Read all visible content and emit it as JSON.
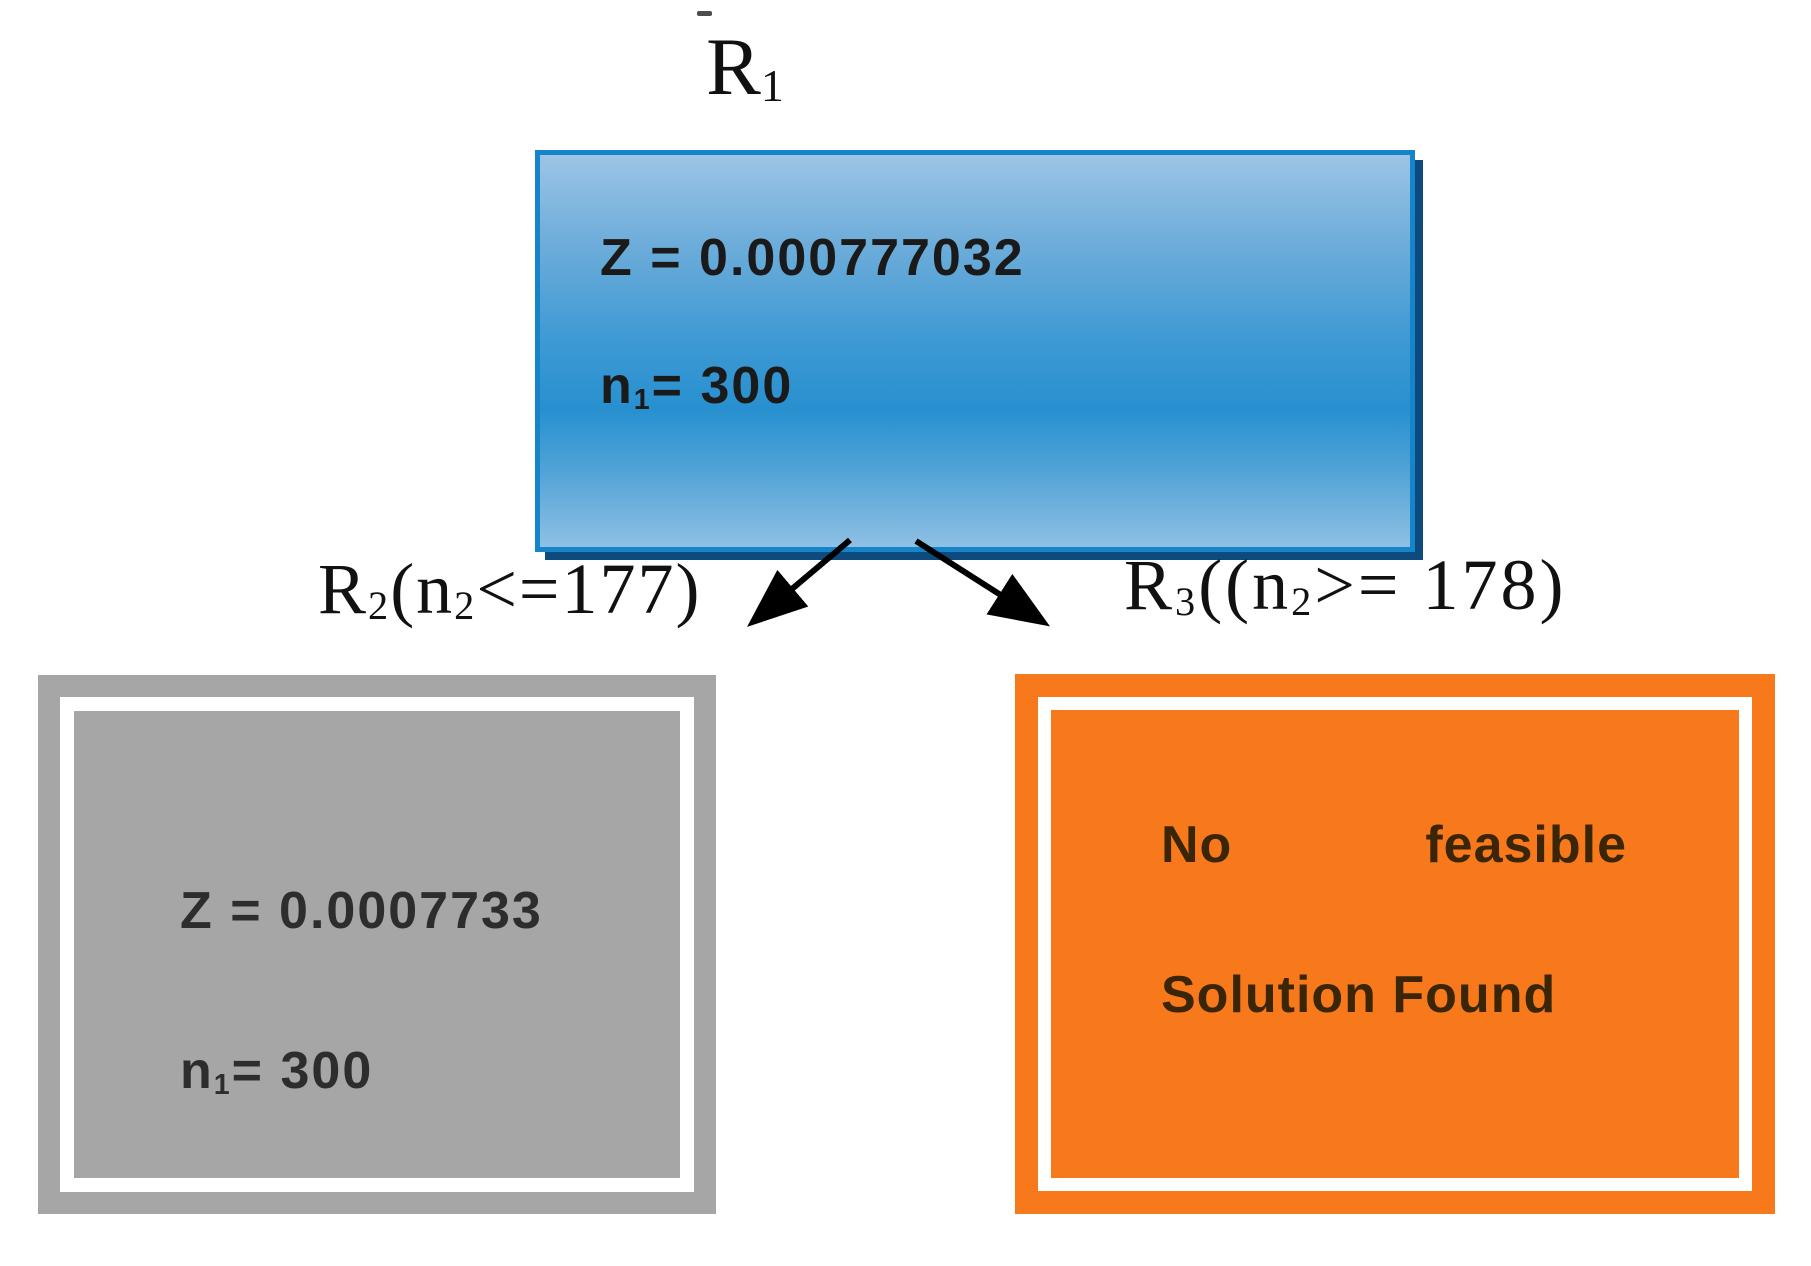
{
  "figure": {
    "type": "branch-and-bound-tree",
    "background": "#FFFFFF"
  },
  "colors": {
    "blue_node_border": "#1584C8",
    "blue_node_shadow": "#0D4B7E",
    "blue_node_fill_top": "#9CC5E6",
    "blue_node_fill_mid": "#2890D0",
    "blue_node_fill_bottom": "#8FC0E4",
    "gray_node_fill": "#A6A6A6",
    "orange_node_fill": "#F7791B",
    "inner_frame_line": "#FFFFFF",
    "arrow": "#000000",
    "label_text": "#111111",
    "node_text": "#1A1A1A",
    "orange_node_text": "#3B2507"
  },
  "labels": {
    "root": {
      "base": "R",
      "sub": "1"
    },
    "left": {
      "base": "R",
      "sub": "2",
      "open": "(n",
      "arg_sub": "2",
      "rest": "<=177)"
    },
    "right": {
      "base": "R",
      "sub": "3",
      "open": "((n",
      "arg_sub": "2",
      "rest": ">= 178)"
    }
  },
  "nodes": {
    "root": {
      "z_line": "Z = 0.000777032",
      "n_base": "n",
      "n_sub": "1",
      "n_rest": "= 300"
    },
    "left": {
      "z_line": "Z = 0.0007733",
      "n_base": "n",
      "n_sub": "1",
      "n_rest": "= 300"
    },
    "right": {
      "line1_word1": "No",
      "line1_word2": "feasible",
      "line2": "Solution Found"
    }
  }
}
